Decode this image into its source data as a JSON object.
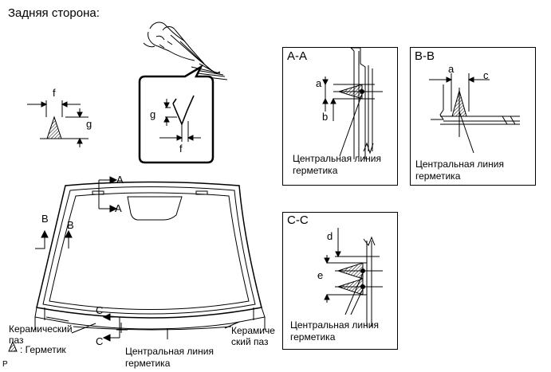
{
  "title": "Задняя сторона:",
  "detail_letters": {
    "f_left": "f",
    "g_left": "g",
    "g_mid": "g",
    "f_mid": "f"
  },
  "windshield": {
    "section_a_top": "A",
    "section_a_bottom": "A",
    "section_b_left": "B",
    "section_b_right": "B",
    "section_c_top": "C",
    "section_c_bottom": "C",
    "ceramic_groove_left": [
      "Керамический",
      "паз"
    ],
    "ceramic_groove_right": [
      "Керамиче",
      "ский паз"
    ],
    "legend_sealant": ": Герметик",
    "center_line": [
      "Центральная линия",
      "герметика"
    ],
    "corner_mark": "P"
  },
  "panel_aa": {
    "heading": "A-A",
    "dim_a": "a",
    "dim_b": "b",
    "caption": [
      "Центральная линия",
      "герметика"
    ]
  },
  "panel_bb": {
    "heading": "B-B",
    "dim_a": "a",
    "dim_c": "c",
    "caption": [
      "Центральная линия",
      "герметика"
    ]
  },
  "panel_cc": {
    "heading": "C-C",
    "dim_d": "d",
    "dim_e": "e",
    "caption": [
      "Центральная линия",
      "герметика"
    ]
  }
}
